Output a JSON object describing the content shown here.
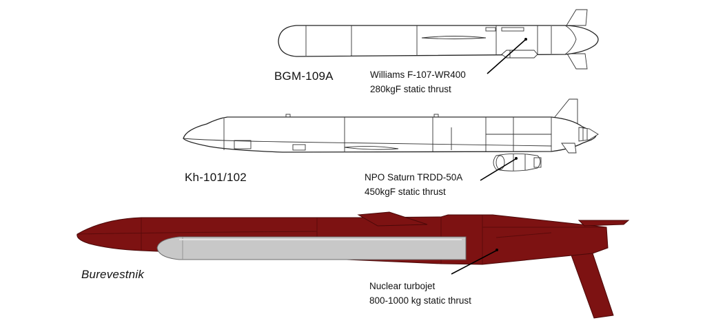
{
  "missiles": [
    {
      "name": "BGM-109A",
      "name_italic": false,
      "engine": "Williams F-107-WR400",
      "thrust": "280kgF static thrust"
    },
    {
      "name": "Kh-101/102",
      "name_italic": false,
      "engine": "NPO Saturn TRDD-50A",
      "thrust": "450kgF static thrust"
    },
    {
      "name": "Burevestnik",
      "name_italic": true,
      "engine": "Nuclear turbojet",
      "thrust": "800-1000 kg static thrust"
    }
  ],
  "colors": {
    "burevestnik_body": "#7d1212",
    "booster": "#c8c8c8",
    "outline": "#222222"
  }
}
